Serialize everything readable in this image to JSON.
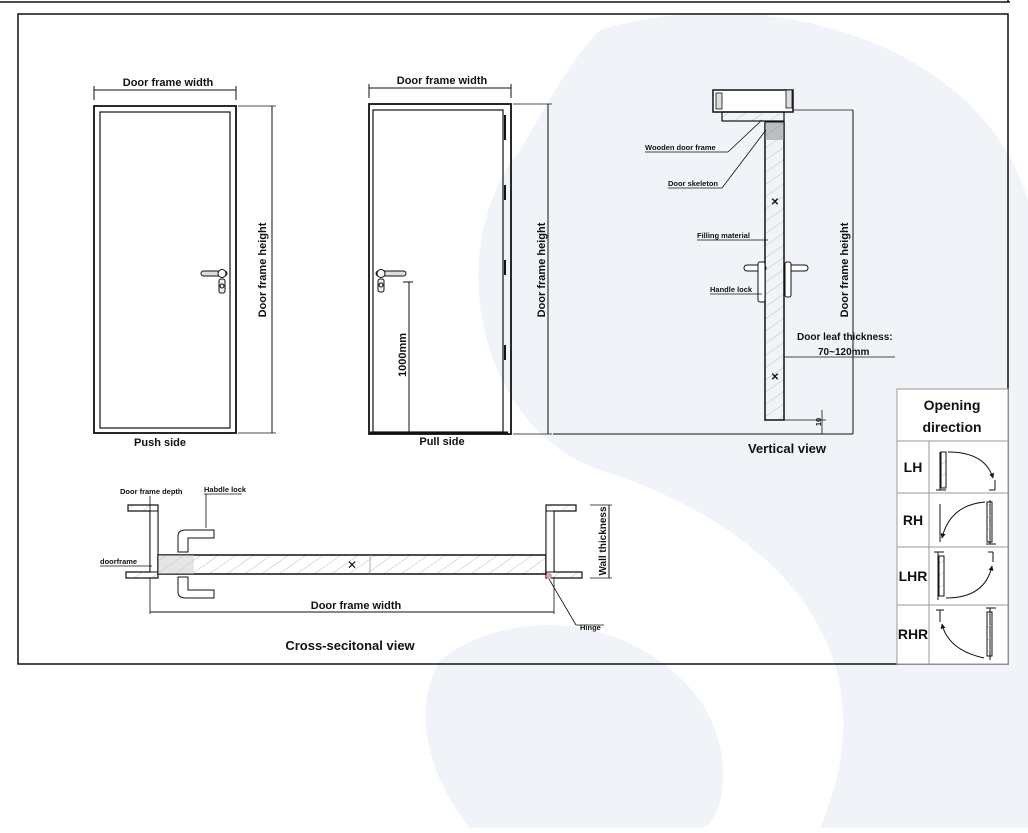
{
  "front_views": {
    "push": {
      "width_label": "Door frame width",
      "height_label": "Door frame height",
      "side_label": "Push side"
    },
    "pull": {
      "width_label": "Door frame width",
      "height_label": "Door frame height",
      "side_label": "Pull side",
      "handle_height": "1000mm"
    }
  },
  "vertical_view": {
    "title": "Vertical view",
    "labels": {
      "wooden_door_frame": "Wooden door frame",
      "door_skeleton": "Door skeleton",
      "filling_material": "Filling material",
      "handle_lock": "Handle lock",
      "door_frame_height": "Door frame height",
      "leaf_thickness_label": "Door leaf thickness:",
      "leaf_thickness_value": "70~120mm",
      "gap": "10"
    }
  },
  "cross_section": {
    "title": "Cross-secitonal view",
    "labels": {
      "door_frame_depth": "Door frame depth",
      "handle_lock": "Habdle lock",
      "doorframe": "doorframe",
      "door_frame_width": "Door frame width",
      "wall_thickness": "Wall thickness",
      "hinge": "Hinge"
    }
  },
  "opening_direction": {
    "title_line1": "Opening",
    "title_line2": "direction",
    "rows": [
      "LH",
      "RH",
      "LHR",
      "RHR"
    ]
  },
  "colors": {
    "line": "#111111",
    "watermark": "#eef3f8",
    "hinge_marker": "#e0a0a0"
  }
}
